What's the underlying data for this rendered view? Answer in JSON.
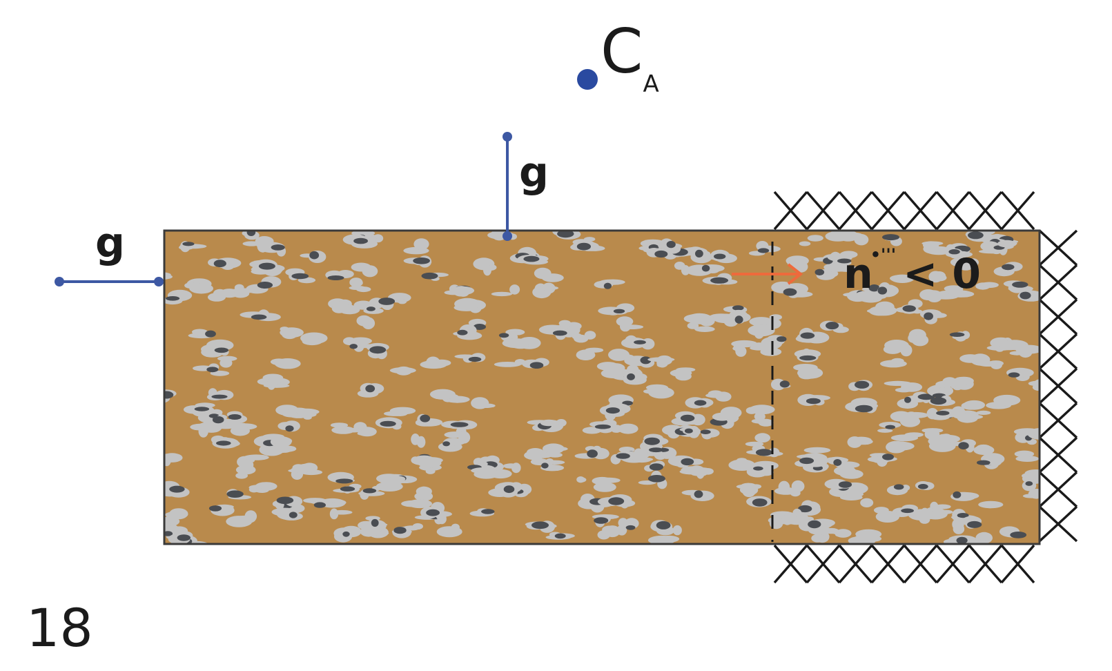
{
  "figure_number": "18",
  "concentration": {
    "symbol": "C",
    "subscript": "A"
  },
  "gap_labels": {
    "top": "g",
    "left": "g"
  },
  "flux_condition": {
    "symbol": "n",
    "superscript": "•'''",
    "relation": "< 0"
  },
  "colors": {
    "porous_medium": "#b98a4c",
    "pore_light": "#c3c3c3",
    "pore_dark": "#4a4d52",
    "outline": "#3a3a3a",
    "gap_marker": "#3d58a3",
    "concentration_point": "#2a4aa0",
    "flux_arrow": "#ee6a3c",
    "hatch": "#1a1a1a"
  },
  "icons": {
    "concentration_point": "dot-icon",
    "flux": "arrow-right-icon",
    "boundary": "crosshatch-wall"
  }
}
